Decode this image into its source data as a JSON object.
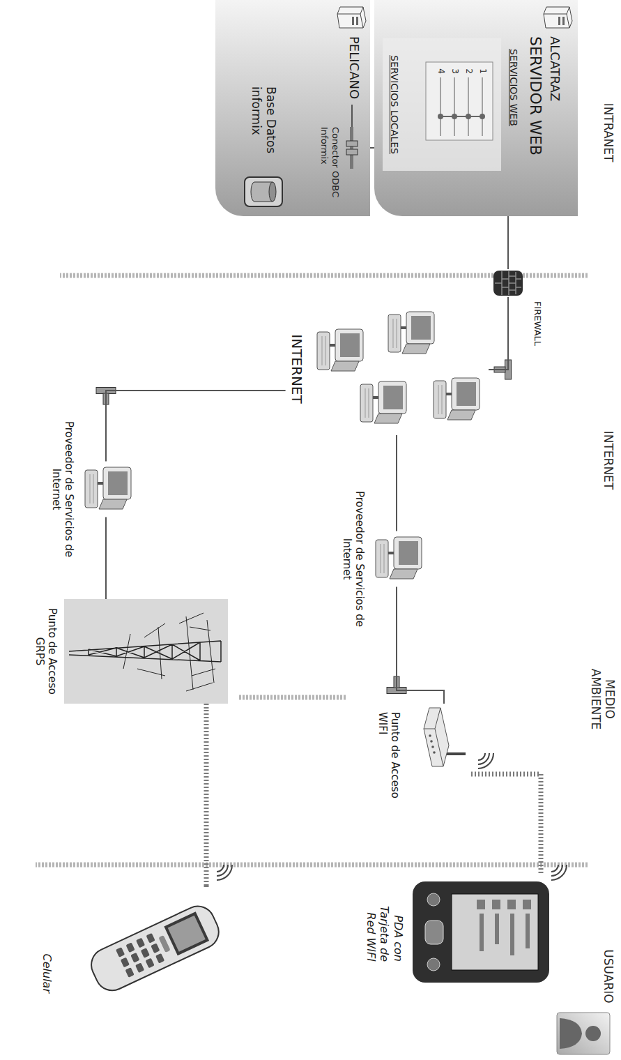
{
  "diagram": {
    "nodes": [
      {
        "text": [
          "ALCATRAZ",
          "SERVIDOR WEB",
          "SERVICIOS WEB"
        ]
      },
      {
        "text": [
          "SERVICIOS LOCALES"
        ],
        "in": 0
      },
      {
        "text": [
          "PELICANO"
        ]
      },
      {
        "text": [
          "Conector ODBC Informix"
        ],
        "in": 2
      },
      {
        "text": [
          "Base Datos informix"
        ],
        "in": 2
      },
      {
        "text": [
          "FIREWALL"
        ]
      },
      {
        "text": [
          "INTERNET"
        ]
      },
      {
        "text": [
          "Proveedor de Servicios de Internet"
        ]
      },
      {
        "text": [
          "Proveedor de Servicios de Internet"
        ]
      },
      {
        "text": [
          "Punto de Acceso WIFI"
        ]
      },
      {
        "text": [
          "Punto de Acceso GRPS"
        ]
      },
      {
        "text": [
          "PDA con Tarjeta de Red WIFI"
        ]
      },
      {
        "text": [
          "Celular"
        ]
      }
    ],
    "edges": [
      {
        "from": 0,
        "to": 5,
        "arrow": "none"
      },
      {
        "from": 3,
        "to": 1,
        "arrow": "none"
      },
      {
        "from": 5,
        "to": 6,
        "arrow": "none"
      },
      {
        "from": 6,
        "to": 7,
        "arrow": "none"
      },
      {
        "from": 6,
        "to": 8,
        "arrow": "none"
      },
      {
        "from": 7,
        "to": 9,
        "arrow": "none"
      },
      {
        "from": 8,
        "to": 10,
        "arrow": "none"
      },
      {
        "from": 9,
        "to": 11,
        "arrow": "none"
      },
      {
        "from": 10,
        "to": 12,
        "arrow": "none"
      }
    ],
    "labels": [
      "INTRANET",
      "INTERNET",
      "MEDIO AMBIENTE",
      "USUARIO",
      "1",
      "2",
      "3",
      "4"
    ]
  }
}
